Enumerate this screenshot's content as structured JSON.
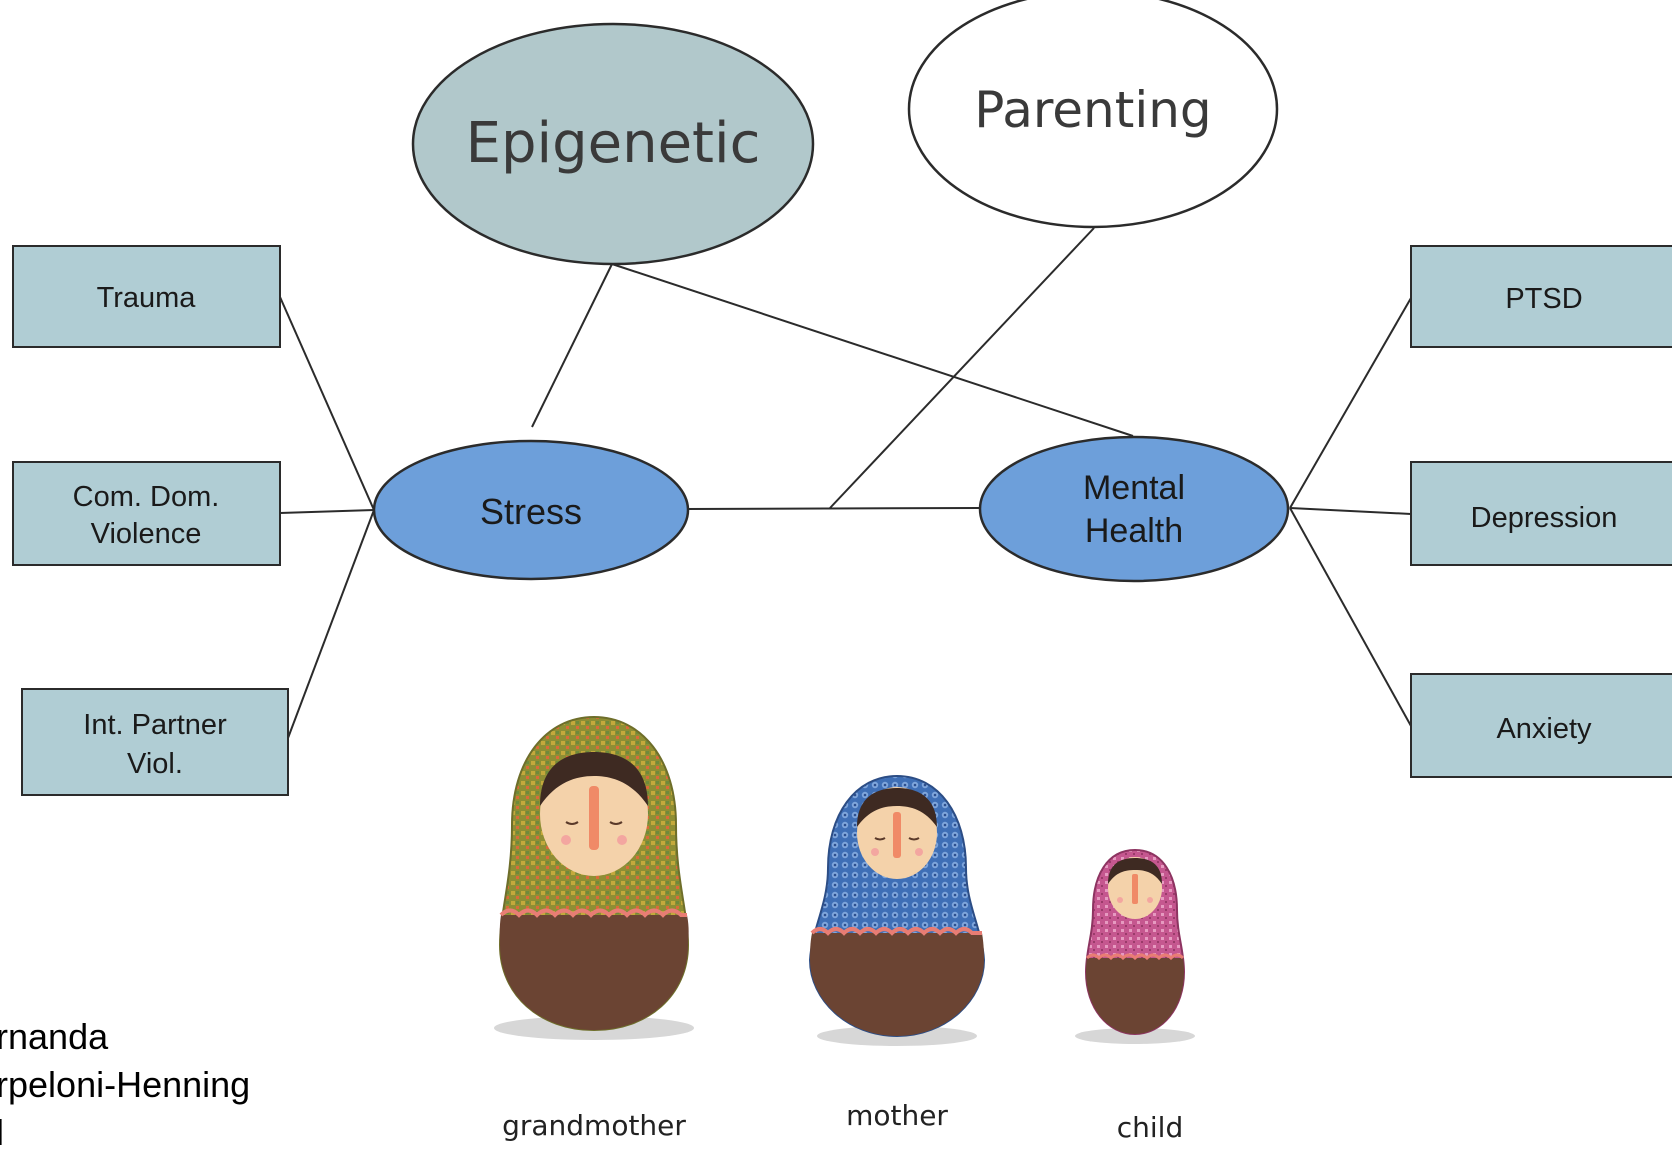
{
  "colors": {
    "box_fill": "#b0cdd4",
    "epigenetic_fill": "#b1c8cb",
    "core_fill": "#6d9fda",
    "parenting_fill": "#ffffff",
    "grandmother_pattern": "#9a9a3a",
    "mother_pattern": "#4f7fc4",
    "child_pattern": "#d06aa0",
    "doll_body": "#6b4433"
  },
  "diagram": {
    "ellipses": {
      "epigenetic": "Epigenetic",
      "parenting": "Parenting",
      "stress": "Stress",
      "mental_health_line1": "Mental",
      "mental_health_line2": "Health"
    },
    "left_boxes": {
      "trauma": "Trauma",
      "cdv_line1": "Com. Dom.",
      "cdv_line2": "Violence",
      "ipv_line1": "Int. Partner",
      "ipv_line2": "Viol."
    },
    "right_boxes": {
      "ptsd": "PTSD",
      "depression": "Depression",
      "anxiety": "Anxiety"
    }
  },
  "dolls": {
    "grandmother": "grandmother",
    "mother": "mother",
    "child": "child"
  },
  "author": {
    "line1": "ernanda",
    "line2": "erpeloni-Henning",
    "line3": "al"
  }
}
